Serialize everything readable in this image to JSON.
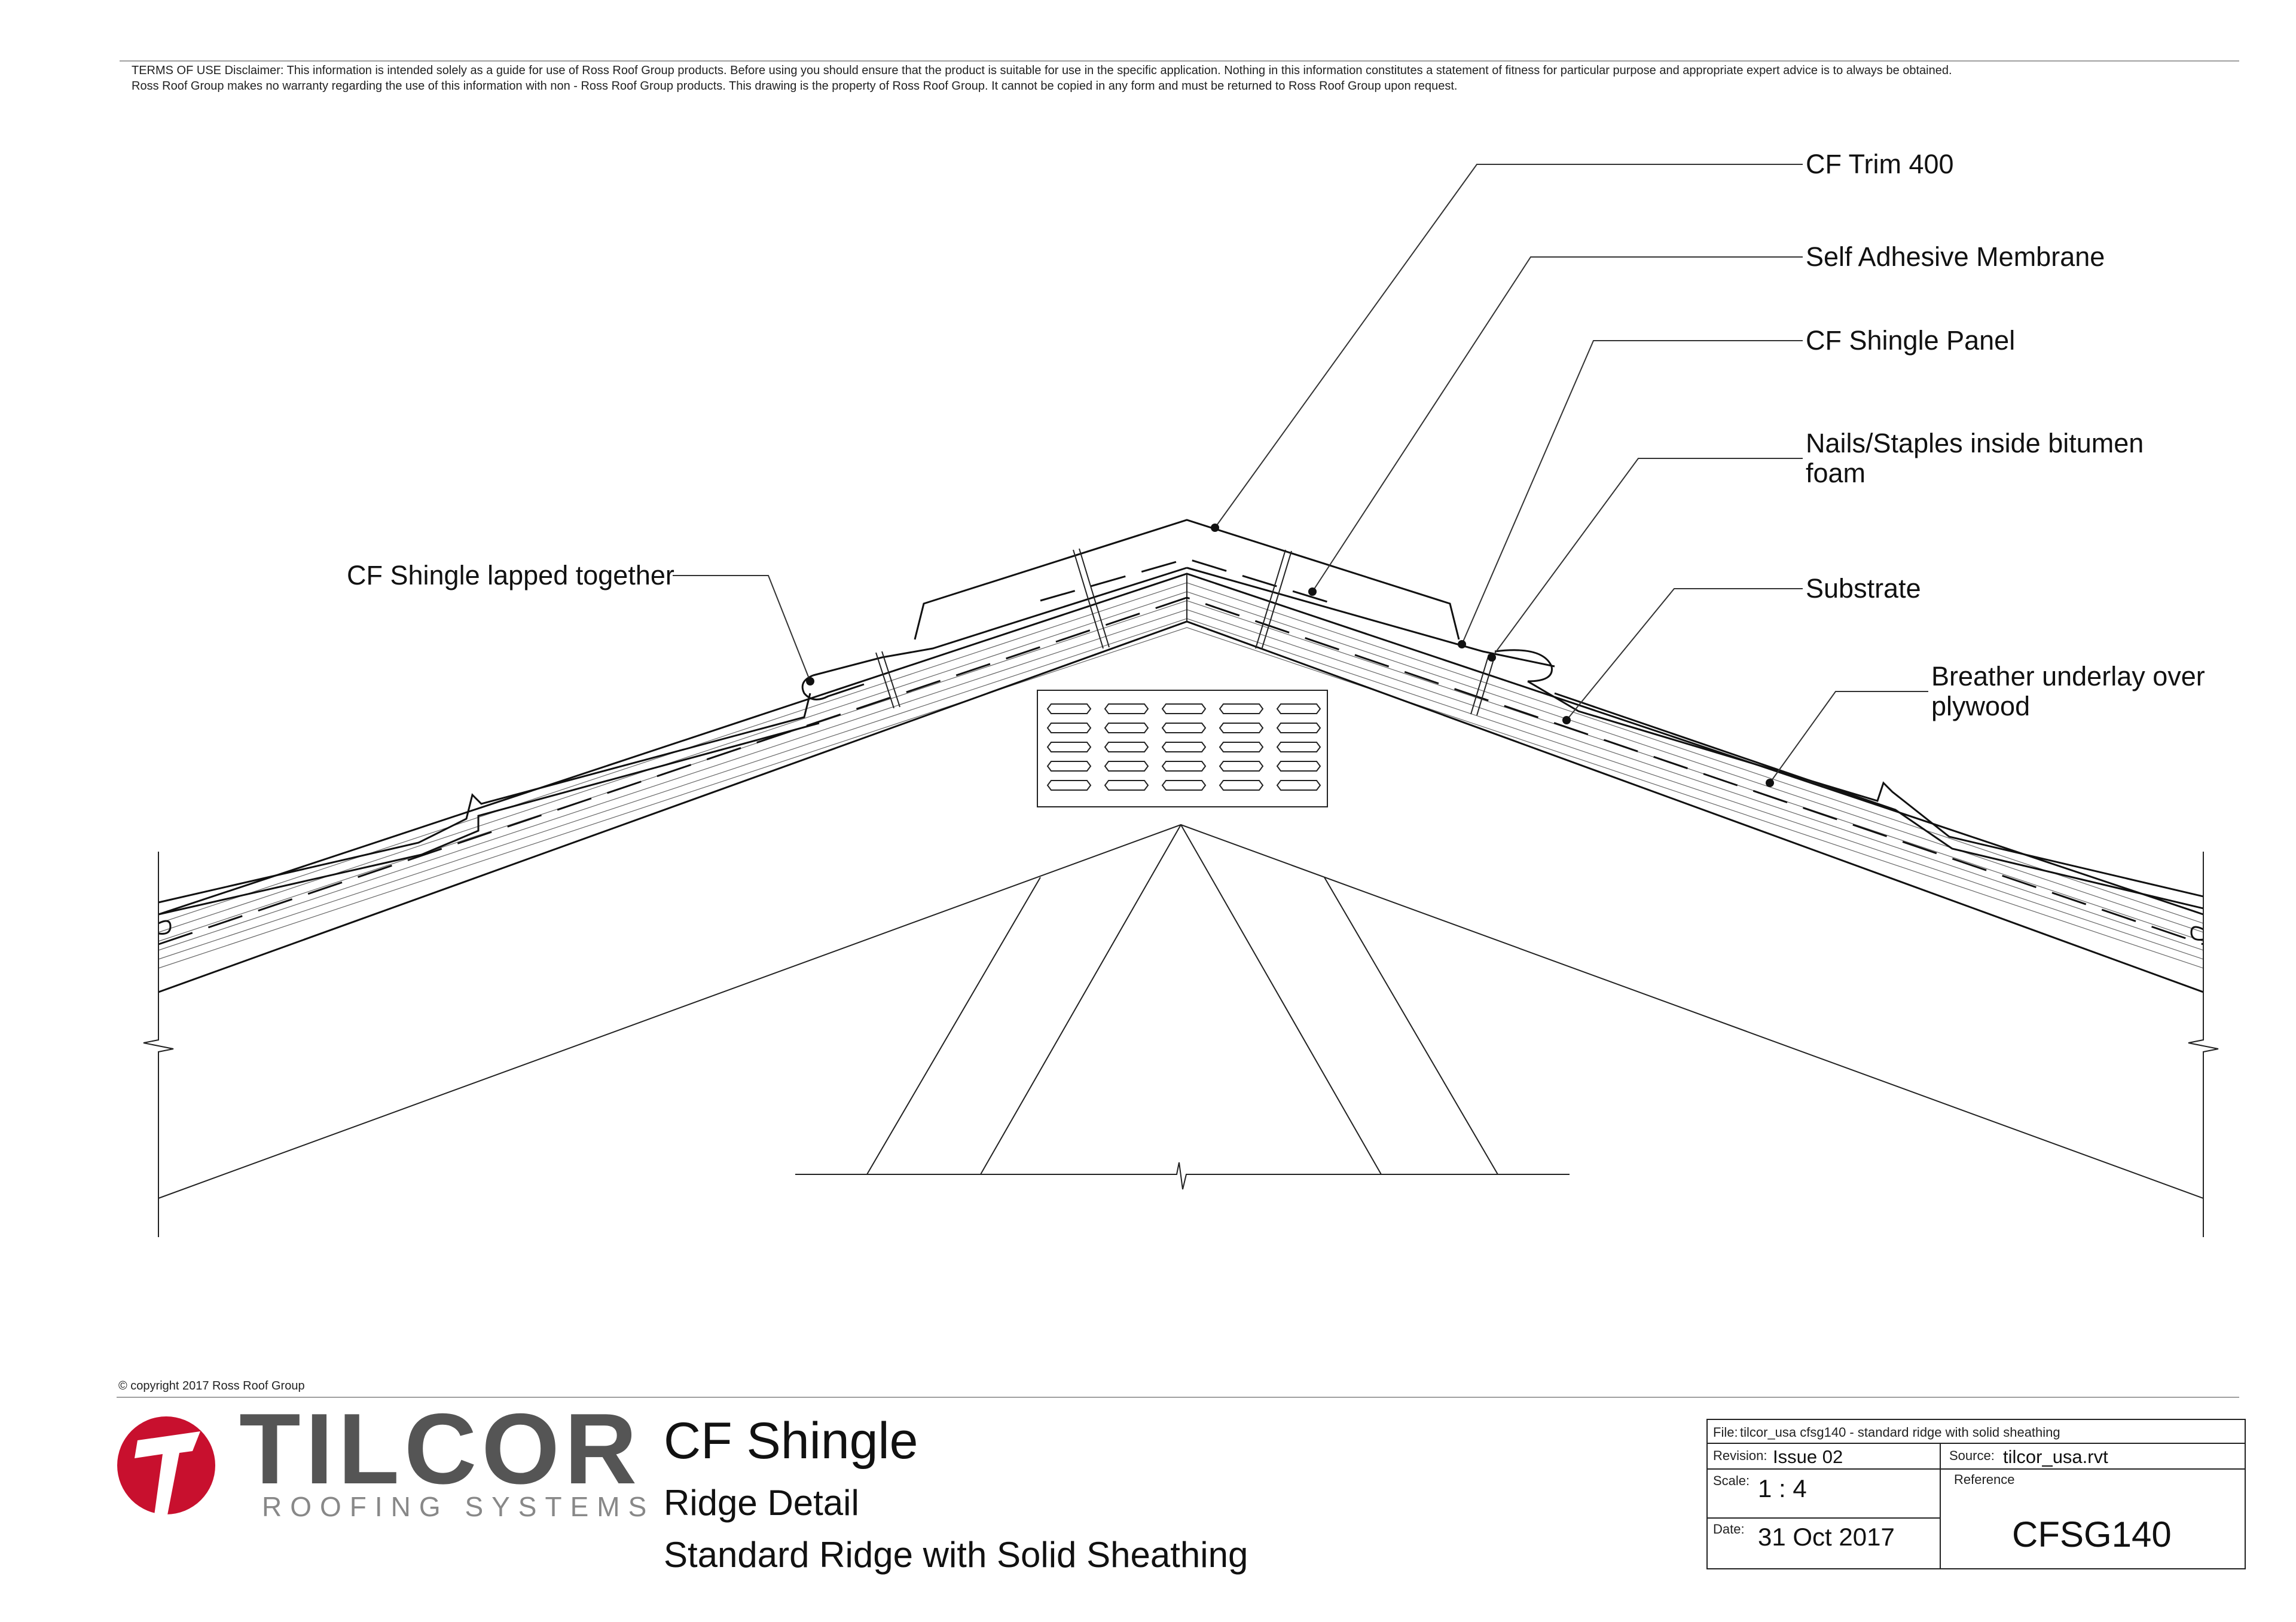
{
  "disclaimer": {
    "line1": "TERMS OF USE Disclaimer: This information is intended solely as a guide for use of Ross Roof Group products. Before using you should ensure that the product is suitable for use in the specific application. Nothing in this information constitutes a statement of fitness for particular purpose and appropriate expert advice is to always be obtained.",
    "line2": "Ross Roof Group makes no warranty regarding the use of this information with non - Ross Roof Group products. This drawing is the property of Ross Roof Group. It cannot be copied in any form and must be returned to Ross Roof Group upon request."
  },
  "labels": {
    "trim": "CF Trim 400",
    "membrane": "Self Adhesive Membrane",
    "panel": "CF Shingle Panel",
    "nails_1": "Nails/Staples inside bitumen",
    "nails_2": "foam",
    "substrate": "Substrate",
    "breather_1": "Breather underlay over",
    "breather_2": "plywood",
    "lapped": "CF Shingle lapped together"
  },
  "copyright": "© copyright 2017 Ross Roof Group",
  "brand": {
    "name": "TILCOR",
    "tagline": "ROOFING SYSTEMS",
    "red": "#c8102e",
    "grey": "#555555"
  },
  "title": {
    "product": "CF Shingle",
    "detail": "Ridge Detail",
    "description": "Standard Ridge with Solid Sheathing"
  },
  "title_block": {
    "file_label": "File:",
    "file_value": "tilcor_usa cfsg140 - standard ridge with solid sheathing",
    "revision_label": "Revision:",
    "revision_value": "Issue 02",
    "source_label": "Source:",
    "source_value": "tilcor_usa.rvt",
    "scale_label": "Scale:",
    "scale_value": "1 : 4",
    "reference_label": "Reference",
    "date_label": "Date:",
    "date_value": "31 Oct 2017",
    "reference_value": "CFSG140"
  }
}
